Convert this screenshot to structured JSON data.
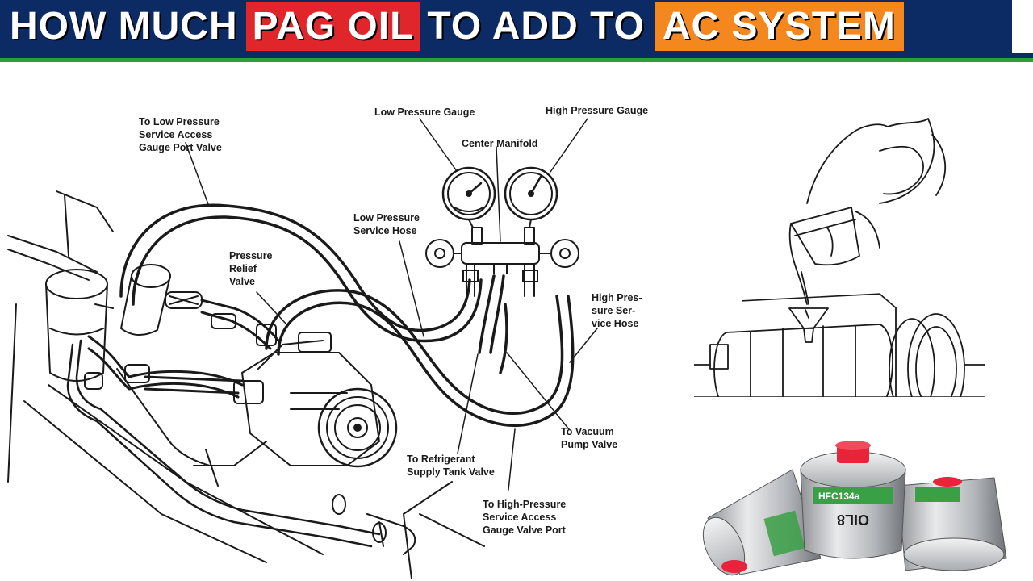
{
  "banner": {
    "part1": "HOW MUCH",
    "part2": "PAG OIL",
    "part3": "TO ADD TO",
    "part4": "AC SYSTEM"
  },
  "callouts": {
    "low_pressure_access": "To Low Pressure\nService Access\nGauge Port Valve",
    "low_pressure_gauge": "Low Pressure Gauge",
    "high_pressure_gauge": "High Pressure Gauge",
    "center_manifold": "Center Manifold",
    "low_pressure_hose": "Low Pressure\nService Hose",
    "pressure_relief": "Pressure\nRelief\nValve",
    "high_pressure_hose": "High Pres-\nsure Ser-\nvice Hose",
    "vacuum_pump": "To Vacuum\nPump Valve",
    "refrigerant_tank": "To Refrigerant\nSupply Tank Valve",
    "high_pressure_access": "To High-Pressure\nService Access\nGauge Valve Port"
  },
  "cans": {
    "label": "HFC134a",
    "brand": "OIL8"
  },
  "colors": {
    "banner_bg": "#0c2a63",
    "banner_accent_red": "#e0262a",
    "banner_accent_orange": "#f4881e",
    "banner_underline": "#2f9d3e",
    "line_art": "#1a1a1a",
    "cap_red": "#e8233a",
    "label_green": "#3aa046"
  }
}
